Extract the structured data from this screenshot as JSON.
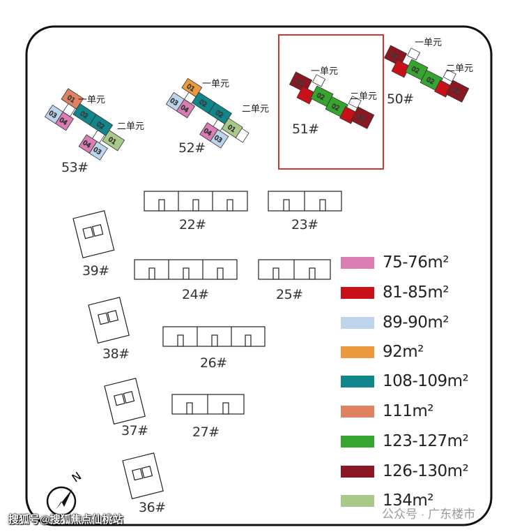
{
  "buildings_top": [
    {
      "name": "53#",
      "unit1": "一单元",
      "unit2": "二单元",
      "units": [
        "01",
        "02",
        "02",
        "01",
        "03",
        "04",
        "04",
        "03"
      ]
    },
    {
      "name": "52#",
      "unit1": "一单元",
      "unit2": "二单元",
      "units": [
        "01",
        "02",
        "02",
        "01",
        "03",
        "04",
        "04",
        "03"
      ]
    },
    {
      "name": "51#",
      "unit1": "一单元",
      "unit2": "二单元",
      "units": [
        "01",
        "02",
        "02",
        "01"
      ]
    },
    {
      "name": "50#",
      "unit1": "一单元",
      "unit2": "二单元",
      "units": [
        "01",
        "02",
        "02",
        "01"
      ]
    }
  ],
  "buildings_other": [
    "22#",
    "23#",
    "24#",
    "25#",
    "26#",
    "27#",
    "39#",
    "38#",
    "37#",
    "36#"
  ],
  "compass": "N",
  "legend": [
    {
      "label": "75-76m²",
      "color": "#d97db3"
    },
    {
      "label": "81-85m²",
      "color": "#c81018"
    },
    {
      "label": "89-90m²",
      "color": "#bcd4ec"
    },
    {
      "label": "92m²",
      "color": "#eb9a3e"
    },
    {
      "label": "108-109m²",
      "color": "#10868a"
    },
    {
      "label": "111m²",
      "color": "#df8262"
    },
    {
      "label": "123-127m²",
      "color": "#37a42f"
    },
    {
      "label": "126-130m²",
      "color": "#8a1822"
    },
    {
      "label": "134m²",
      "color": "#a9c98b"
    }
  ],
  "watermark_left": "搜狐号@搜狐焦点仙桃站",
  "watermark_right": "公众号 · 广东楼市"
}
